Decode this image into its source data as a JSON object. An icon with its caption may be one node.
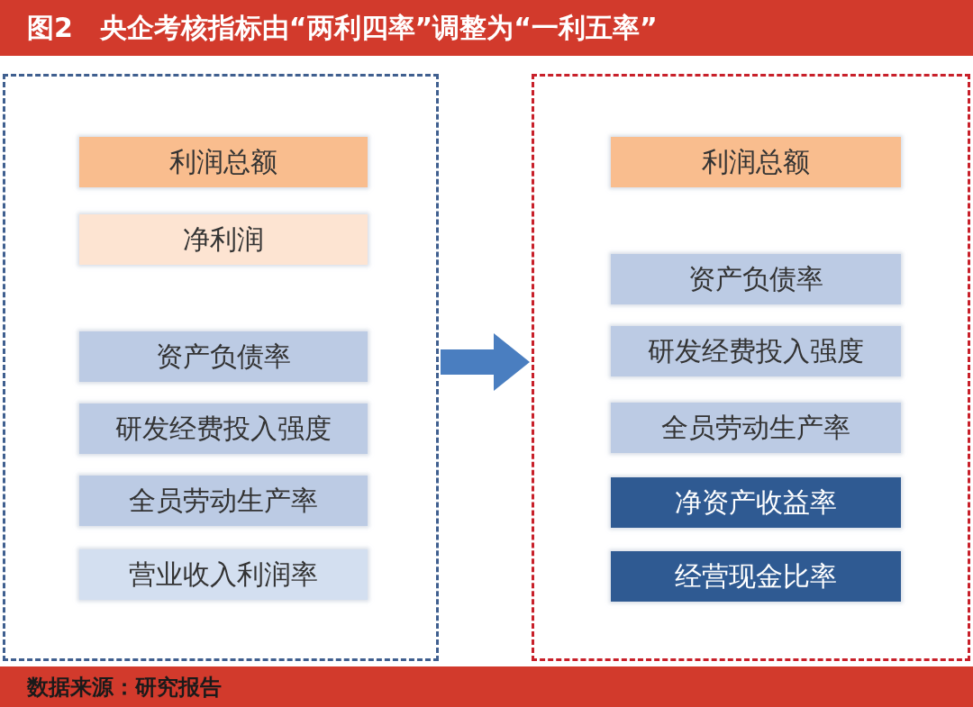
{
  "diagram": {
    "title": "图2　央企考核指标由“两利四率”调整为“一利五率”",
    "caption": "数据来源：研究报告",
    "nodes": [
      {
        "text": [],
        "shape": "box"
      },
      {
        "text": [
          "利润总额"
        ],
        "in": 0
      },
      {
        "text": [
          "净利润"
        ],
        "in": 0
      },
      {
        "text": [
          "资产负债率"
        ],
        "in": 0
      },
      {
        "text": [
          "研发经费投入强度"
        ],
        "in": 0
      },
      {
        "text": [
          "全员劳动生产率"
        ],
        "in": 0
      },
      {
        "text": [
          "营业收入利润率"
        ],
        "in": 0
      },
      {
        "text": [],
        "shape": "box"
      },
      {
        "text": [
          "利润总额"
        ],
        "in": 7
      },
      {
        "text": [
          "资产负债率"
        ],
        "in": 7
      },
      {
        "text": [
          "研发经费投入强度"
        ],
        "in": 7
      },
      {
        "text": [
          "全员劳动生产率"
        ],
        "in": 7
      },
      {
        "text": [
          "净资产收益率"
        ],
        "in": 7
      },
      {
        "text": [
          "经营现金比率"
        ],
        "in": 7
      }
    ],
    "edges": [
      {
        "from": 0,
        "to": 7,
        "arrow": "to"
      }
    ]
  }
}
